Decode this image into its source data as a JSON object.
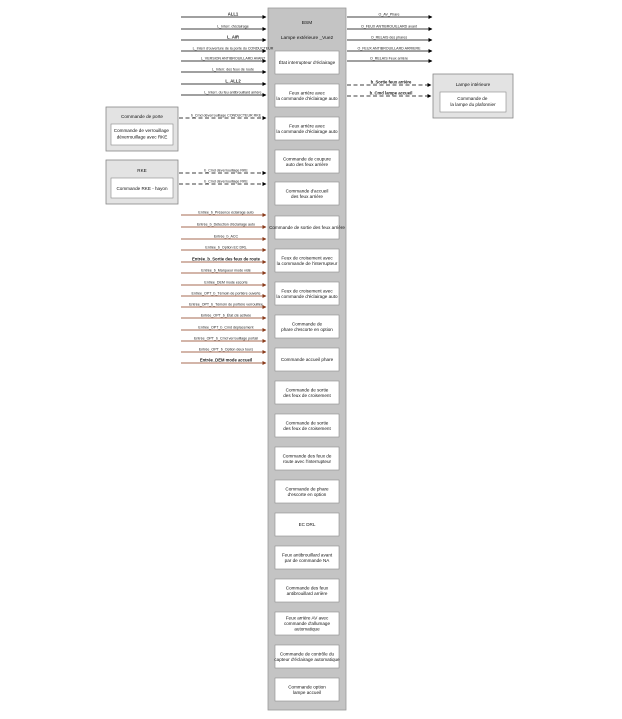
{
  "colors": {
    "main_bg": "#c4c4c4",
    "panel_bg": "#e3e3e3",
    "block_bg": "#ffffff",
    "signal_black": "#000000",
    "signal_brown": "#8a3a1a"
  },
  "main": {
    "title": "BSM",
    "subtitle": "Lampe extérieure _Vue2"
  },
  "blocks": [
    {
      "label": "État interrupteur d'éclairage"
    },
    {
      "label": "Feux arrière avec\nla commande d'éclairage auto"
    },
    {
      "label": "Feux arrière avec\nla commande d'éclairage auto"
    },
    {
      "label": "Commande de coupure\nauto des feux arrière"
    },
    {
      "label": "Commande d'accueil\ndes feux arrière"
    },
    {
      "label": "Commande de sortie des feux arrière"
    },
    {
      "label": "Feux de croisement avec\nla commande de l'interrupteur"
    },
    {
      "label": "Feux de croisement avec\nla commande d'éclairage auto"
    },
    {
      "label": "Commande de\nphare d'escorte en option"
    },
    {
      "label": "Commande accueil phare"
    },
    {
      "label": "Commande de sortie\ndes feux de croisement"
    },
    {
      "label": "Commande de sortie\ndes feux de croisement"
    },
    {
      "label": "Commande des feux de\nroute avec l'interrupteur"
    },
    {
      "label": "Commande de phare\nd'escorte en option"
    },
    {
      "label": "EC DRL"
    },
    {
      "label": "Feux antibrouillard avant\npar de commande NA"
    },
    {
      "label": "Commande des feux\nantibrouillard arrière"
    },
    {
      "label": "Feux arrière AV avec\ncommande d'allumage\nautomatique"
    },
    {
      "label": "Commande de contrôle du\ncapteur d'éclairage automatique"
    },
    {
      "label": "Commande option\nlampe accueil"
    }
  ],
  "left_signals_top": [
    {
      "label": "ALL1",
      "style": "solid",
      "bold": false
    },
    {
      "label": "L_Interr. d'éclairage",
      "style": "solid",
      "bold": false
    },
    {
      "label": "L_AIR",
      "style": "solid",
      "bold": false
    },
    {
      "label": "L_Interr d'ouverture de la porte du CONDUCTEUR",
      "style": "solid",
      "bold": false
    },
    {
      "label": "L_VERSION ANTIBROUILLARD AVANT",
      "style": "solid",
      "bold": false
    },
    {
      "label": "L_Interr. des feux de route",
      "style": "solid",
      "bold": false
    },
    {
      "label": "L_ALL2",
      "style": "solid",
      "bold": false
    },
    {
      "label": "L_Interr. du feu antibrouillard arrière",
      "style": "solid",
      "bold": false
    }
  ],
  "left_signals_dashed": [
    {
      "label": "b_Cmd déverrouillage CONDUCTEUR RKE",
      "style": "dashed",
      "group": "porte"
    },
    {
      "label": "b_Cmd déverrouillage RKE",
      "style": "dashed",
      "group": "rke"
    },
    {
      "label": "b_Cmd déverrouillage RKE",
      "style": "dashed",
      "group": "rke"
    }
  ],
  "left_signals_brown": [
    {
      "label": "Entrée_b_Présence éclairage auto",
      "bold": false
    },
    {
      "label": "Entrée_b_Détection d'éclairage auto",
      "bold": false
    },
    {
      "label": "Entrée_b_ACC",
      "bold": false
    },
    {
      "label": "Entrée_b_Option EC DRL",
      "bold": false
    },
    {
      "label": "Entrée_b_Sortie des feux de route",
      "bold": true
    },
    {
      "label": "Entrée_b_Marqueur mode vidé",
      "bold": false
    },
    {
      "label": "Entrée_DEM mode escorte",
      "bold": false
    },
    {
      "label": "Entrée_OPT_b_Témoin de portière ouverte",
      "bold": false
    },
    {
      "label": "Entrée_OPT_b_Témoin de portière verrouillée",
      "bold": false
    },
    {
      "label": "Entrée_OPT_b_État clé activée",
      "bold": false
    },
    {
      "label": "Entrée_OPT_b_Cmd déplacement",
      "bold": false
    },
    {
      "label": "Entrée_OPT_b_Cmd verrouillage portail",
      "bold": false
    },
    {
      "label": "Entrée_OPT_b_Option deux tours",
      "bold": false
    },
    {
      "label": "Entrée_DEM mode accueil",
      "bold": true
    }
  ],
  "right_signals_solid": [
    {
      "label": "O_AV_Phare"
    },
    {
      "label": "O_FEUX ANTIBROUILLARD avant"
    },
    {
      "label": "O_RELAIS des phares"
    },
    {
      "label": "O_FEUX ANTIBROUILLARD ARRIERE"
    },
    {
      "label": "O_RELAIS Feux arrière"
    }
  ],
  "right_signals_dashed": [
    {
      "label": "b_Sortie feux arrière"
    },
    {
      "label": "b_Cmd lampe accueil"
    }
  ],
  "side_boxes": {
    "lampe_interieure": {
      "title": "Lampe intérieure",
      "inner": "Commande de\nla lampe du plafonnier"
    },
    "porte": {
      "title": "Commande de porte",
      "inner": "Commande de verrouillage\ndéverrouillage avec RKE"
    },
    "rke": {
      "title": "RKE",
      "inner": "Commande RKE - hayon"
    }
  }
}
